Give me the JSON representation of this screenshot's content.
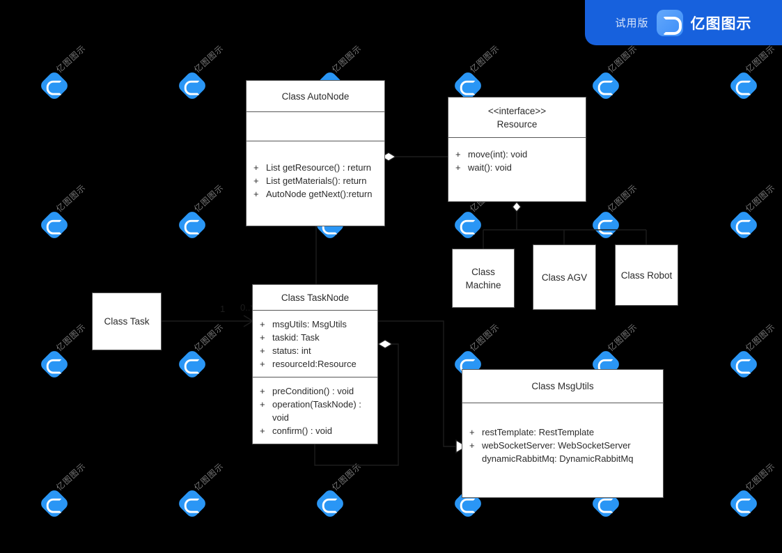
{
  "banner": {
    "trial_label": "试用版",
    "brand_name": "亿图图示",
    "logo_icon": "edraw-logo-icon",
    "accent_color": "#1761dd"
  },
  "watermark": {
    "text": "亿图图示",
    "logo_icon": "edraw-watermark-icon",
    "logo_color": "#2a96f5"
  },
  "canvas": {
    "background_color": "#000000",
    "diagram_type": "uml-class-diagram"
  },
  "classes": {
    "auto_node": {
      "title": "Class AutoNode",
      "attributes": [],
      "methods": [
        {
          "visibility": "+",
          "text": "List getResource() : return"
        },
        {
          "visibility": "+",
          "text": "List getMaterials(): return"
        },
        {
          "visibility": "+",
          "text": "AutoNode getNext():return"
        }
      ]
    },
    "resource": {
      "stereotype": "<<interface>>",
      "title": "Resource",
      "methods": [
        {
          "visibility": "+",
          "text": "move(int): void"
        },
        {
          "visibility": "+",
          "text": "wait(): void"
        }
      ]
    },
    "machine": {
      "title_line1": "Class",
      "title_line2": "Machine"
    },
    "agv": {
      "title": "Class AGV"
    },
    "robot": {
      "title": "Class Robot"
    },
    "task": {
      "title": "Class Task"
    },
    "task_node": {
      "title": "Class TaskNode",
      "attributes": [
        {
          "visibility": "+",
          "text": "msgUtils: MsgUtils"
        },
        {
          "visibility": "+",
          "text": "taskid: Task"
        },
        {
          "visibility": "+",
          "text": "status: int"
        },
        {
          "visibility": "+",
          "text": "resourceId:Resource"
        }
      ],
      "methods": [
        {
          "visibility": "+",
          "text": "preCondition() : void"
        },
        {
          "visibility": "+",
          "text": "operation(TaskNode) : void"
        },
        {
          "visibility": "+",
          "text": "confirm() : void"
        }
      ]
    },
    "msg_utils": {
      "title": "Class MsgUtils",
      "attributes": [
        {
          "visibility": "+",
          "text": "restTemplate: RestTemplate"
        },
        {
          "visibility": "+",
          "text": "webSocketServer: WebSocketServer"
        },
        {
          "visibility": "",
          "text": "dynamicRabbitMq: DynamicRabbitMq"
        }
      ]
    }
  },
  "multiplicities": {
    "task_side": "1",
    "task_node_side": "0..*"
  },
  "relationships": [
    {
      "from": "auto_node",
      "to": "resource",
      "type": "aggregation"
    },
    {
      "from": "auto_node",
      "to": "task_node",
      "type": "aggregation"
    },
    {
      "from": "resource",
      "to": "machine",
      "type": "aggregation-tree"
    },
    {
      "from": "resource",
      "to": "agv",
      "type": "aggregation-tree"
    },
    {
      "from": "resource",
      "to": "robot",
      "type": "aggregation-tree"
    },
    {
      "from": "task",
      "to": "task_node",
      "type": "association"
    },
    {
      "from": "task_node",
      "to": "task_node",
      "type": "self-aggregation"
    },
    {
      "from": "task_node",
      "to": "msg_utils",
      "type": "generalization"
    }
  ]
}
